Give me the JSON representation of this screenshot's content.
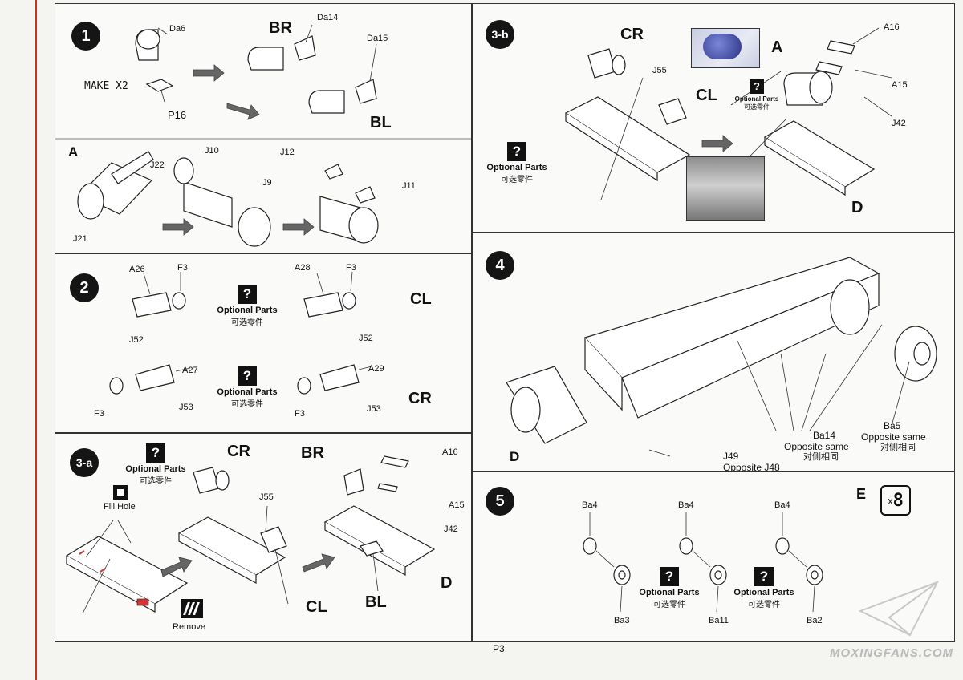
{
  "page": {
    "number": "P3",
    "watermark": "MOXINGFANS.COM"
  },
  "common": {
    "optional_en": "Optional Parts",
    "optional_cn": "可选零件",
    "optional_icon": "?"
  },
  "step1": {
    "number": "1",
    "make": "MAKE X2",
    "parts": [
      "Da6",
      "P16",
      "Da14",
      "Da15"
    ],
    "side_labels": [
      "BR",
      "BL"
    ]
  },
  "stepA": {
    "label": "A",
    "parts": [
      "J22",
      "J21",
      "J10",
      "J9",
      "J12",
      "J11"
    ]
  },
  "step2": {
    "number": "2",
    "row1": {
      "parts_left": [
        "A26",
        "F3",
        "J52"
      ],
      "parts_right": [
        "A28",
        "F3",
        "J52"
      ],
      "side": "CL"
    },
    "row2": {
      "parts_left": [
        "A27",
        "F3",
        "J53"
      ],
      "parts_right": [
        "A29",
        "F3",
        "J53"
      ],
      "side": "CR"
    }
  },
  "step3a": {
    "number": "3-a",
    "fill_hole": "Fill Hole",
    "remove": "Remove",
    "labels": [
      "CR",
      "J55",
      "CL",
      "BR",
      "A16",
      "A15",
      "J42",
      "D",
      "BL"
    ]
  },
  "step3b": {
    "number": "3-b",
    "labels": [
      "CR",
      "J55",
      "CL",
      "A",
      "A16",
      "A15",
      "J42",
      "D"
    ]
  },
  "step4": {
    "number": "4",
    "d_label": "D",
    "ba14": {
      "part": "Ba14",
      "en": "Opposite same",
      "cn": "对侧相同"
    },
    "ba5": {
      "part": "Ba5",
      "en": "Opposite same",
      "cn": "对侧相同"
    },
    "j49": {
      "part": "J49",
      "en": "Opposite J48"
    }
  },
  "step5": {
    "number": "5",
    "e_label": "E",
    "count_prefix": "x",
    "count": "8",
    "tops": [
      "Ba4",
      "Ba4",
      "Ba4"
    ],
    "bottoms": [
      "Ba3",
      "Ba11",
      "Ba2"
    ]
  },
  "icons": [
    "question-icon",
    "fill-hole-icon",
    "remove-icon",
    "arrow-icon",
    "paper-plane-logo-icon"
  ]
}
